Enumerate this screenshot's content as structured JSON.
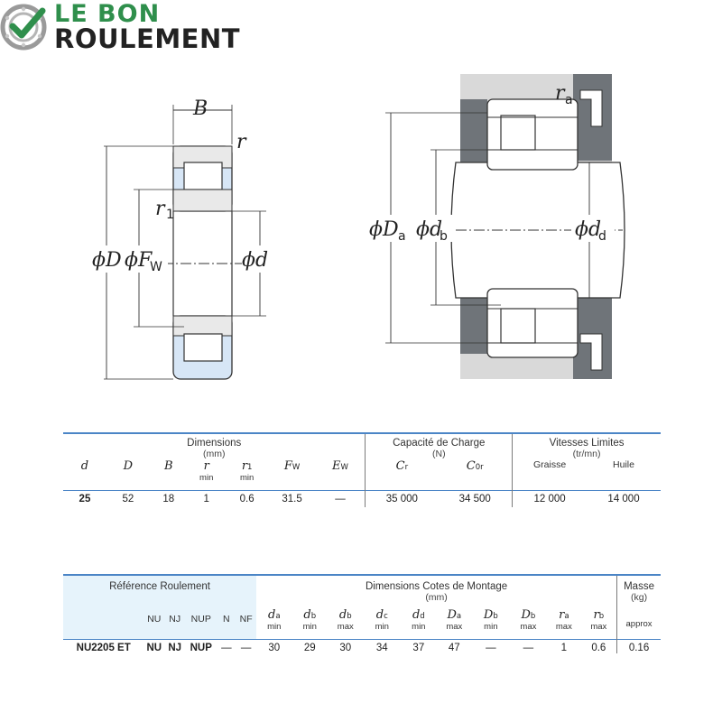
{
  "logo": {
    "line1": "LE BON",
    "line2": "ROULEMENT",
    "icon": "bearing-check-icon",
    "brand_green": "#2f8f4c"
  },
  "drawing_left": {
    "labels": {
      "B": "B",
      "r": "r",
      "r1": "r",
      "r1_sub": "1",
      "D": "ϕD",
      "Fw": "ϕF",
      "Fw_sub": "W",
      "d": "ϕd"
    }
  },
  "drawing_right": {
    "labels": {
      "ra": "r",
      "ra_sub": "a",
      "Da": "ϕD",
      "Da_sub": "a",
      "db": "ϕd",
      "db_sub": "b",
      "dd": "ϕd",
      "dd_sub": "d"
    }
  },
  "table1": {
    "group_dimensions": "Dimensions",
    "group_dimensions_unit": "(mm)",
    "group_capacity": "Capacité de Charge",
    "group_capacity_unit": "(N)",
    "group_speed": "Vitesses Limites",
    "group_speed_unit": "(tr/mn)",
    "cols": {
      "d": "d",
      "D": "D",
      "B": "B",
      "r": "r",
      "r_min": "min",
      "r1": "r",
      "r1_sub": "1",
      "r1_min": "min",
      "Fw": "F",
      "Fw_sub": "W",
      "Ew": "E",
      "Ew_sub": "W",
      "Cr": "C",
      "Cr_sub": "r",
      "C0r": "C",
      "C0r_sub": "0r",
      "grease": "Graisse",
      "oil": "Huile"
    },
    "row": {
      "d": "25",
      "D": "52",
      "B": "18",
      "r": "1",
      "r1": "0.6",
      "Fw": "31.5",
      "Ew": "—",
      "Cr": "35 000",
      "C0r": "34 500",
      "grease": "12 000",
      "oil": "14 000"
    }
  },
  "table2": {
    "group_ref": "Référence Roulement",
    "group_mount": "Dimensions Cotes de Montage",
    "group_mount_unit": "(mm)",
    "group_mass": "Masse",
    "group_mass_unit": "(kg)",
    "types": [
      "NU",
      "NJ",
      "NUP",
      "N",
      "NF"
    ],
    "mount_cols": [
      {
        "s": "d",
        "sub": "a",
        "q": "min"
      },
      {
        "s": "d",
        "sub": "b",
        "q": "min"
      },
      {
        "s": "d",
        "sub": "b",
        "q": "max"
      },
      {
        "s": "d",
        "sub": "c",
        "q": "min"
      },
      {
        "s": "d",
        "sub": "d",
        "q": "min"
      },
      {
        "s": "D",
        "sub": "a",
        "q": "max"
      },
      {
        "s": "D",
        "sub": "b",
        "q": "min"
      },
      {
        "s": "D",
        "sub": "b",
        "q": "max"
      },
      {
        "s": "r",
        "sub": "a",
        "q": "max"
      },
      {
        "s": "r",
        "sub": "b",
        "q": "max"
      }
    ],
    "mass_q": "approx",
    "row": {
      "ref": "NU2205 ET",
      "types": [
        "NU",
        "NJ",
        "NUP",
        "—",
        "—"
      ],
      "mount": [
        "30",
        "29",
        "30",
        "34",
        "37",
        "47",
        "—",
        "—",
        "1",
        "0.6"
      ],
      "mass": "0.16"
    }
  },
  "colors": {
    "bearing_fill": "#d7e6f6",
    "housing_grey": "#6f7479",
    "light_grey": "#d9d9d9",
    "table_blue": "#4b85c6",
    "table_lightblue": "#e6f3fb"
  }
}
